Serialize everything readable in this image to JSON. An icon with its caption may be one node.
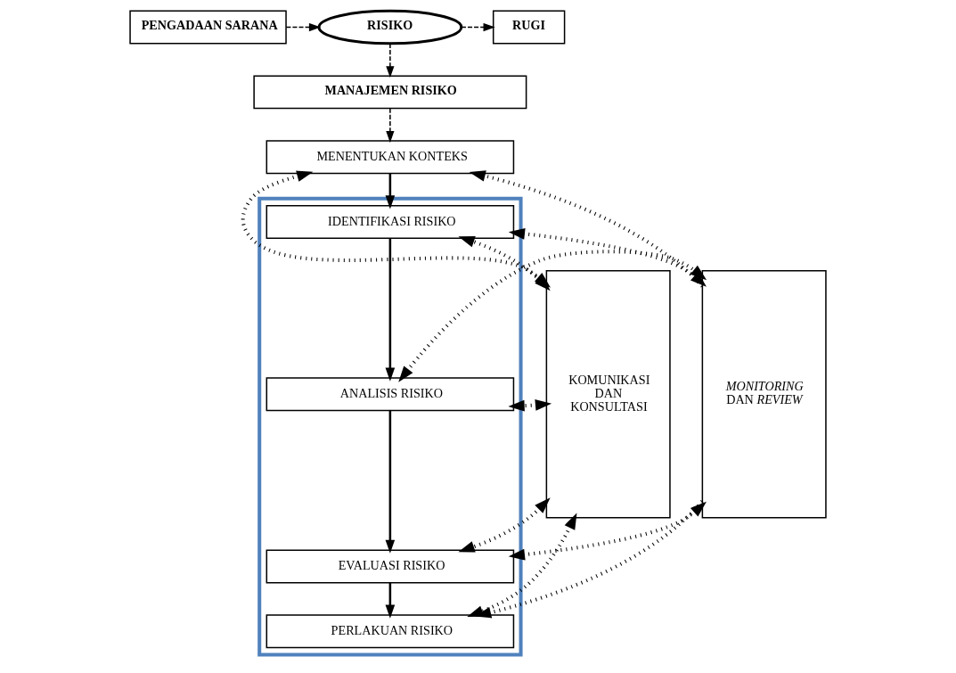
{
  "diagram": {
    "nodes": [
      {
        "text": [
          "PENGADAAN SARANA"
        ]
      },
      {
        "text": [
          "RISIKO"
        ]
      },
      {
        "text": [
          "RUGI"
        ]
      },
      {
        "text": [
          "MANAJEMEN RISIKO"
        ]
      },
      {
        "text": [
          "MENENTUKAN KONTEKS"
        ]
      },
      {
        "text": [
          "KOMUNIKASI DAN KONSULTASI"
        ]
      },
      {
        "text": [
          "*MONITORING* DAN *REVIEW*"
        ]
      },
      {
        "text": [],
        "shape": "box"
      },
      {
        "text": [
          "IDENTIFIKASI RISIKO"
        ],
        "in": 7
      },
      {
        "text": [
          "ANALISIS RISIKO"
        ],
        "in": 7
      },
      {
        "text": [
          "EVALUASI RISIKO"
        ],
        "in": 7
      },
      {
        "text": [
          "PERLAKUAN RISIKO"
        ],
        "in": 7
      }
    ],
    "edges": [
      {
        "from": 0,
        "to": 1,
        "arrow": "to",
        "style": "dashed"
      },
      {
        "from": 1,
        "to": 2,
        "arrow": "to",
        "style": "dashed"
      },
      {
        "from": 1,
        "to": 3,
        "arrow": "to",
        "style": "dashed"
      },
      {
        "from": 3,
        "to": 4,
        "arrow": "to",
        "style": "dashed"
      },
      {
        "from": 4,
        "to": 8,
        "arrow": "to"
      },
      {
        "from": 8,
        "to": 9,
        "arrow": "to"
      },
      {
        "from": 9,
        "to": 10,
        "arrow": "to"
      },
      {
        "from": 10,
        "to": 11,
        "arrow": "to"
      },
      {
        "from": 4,
        "to": 5,
        "arrow": "both",
        "style": "dashed"
      },
      {
        "from": 5,
        "to": 8,
        "arrow": "both",
        "style": "dashed"
      },
      {
        "from": 5,
        "to": 9,
        "arrow": "both",
        "style": "dashed"
      },
      {
        "from": 5,
        "to": 10,
        "arrow": "both",
        "style": "dashed"
      },
      {
        "from": 5,
        "to": 11,
        "arrow": "both",
        "style": "dashed"
      },
      {
        "from": 6,
        "to": 4,
        "arrow": "to",
        "style": "dashed"
      },
      {
        "from": 8,
        "to": 6,
        "arrow": "both",
        "style": "dashed"
      },
      {
        "from": 9,
        "to": 6,
        "arrow": "both",
        "style": "dashed"
      },
      {
        "from": 10,
        "to": 6,
        "arrow": "both",
        "style": "dashed"
      },
      {
        "from": 6,
        "to": 11,
        "arrow": "to",
        "style": "dashed"
      }
    ]
  }
}
